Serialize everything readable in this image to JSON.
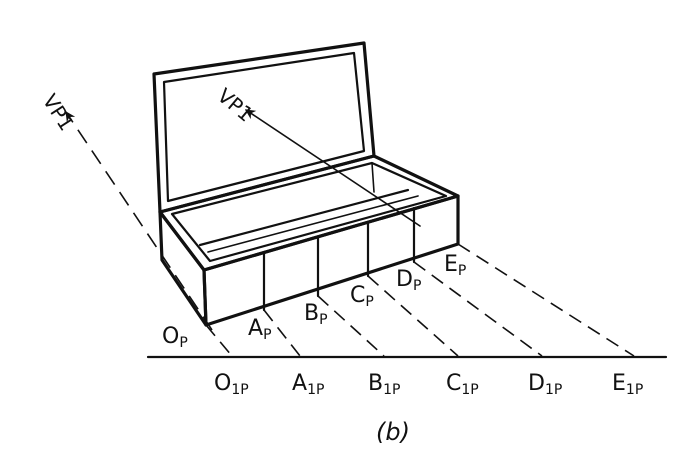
{
  "diagram": {
    "caption": "(b)",
    "vanishing_point_labels": [
      "VP1",
      "VP1"
    ],
    "upper_points": [
      {
        "base": "O",
        "sub": "P"
      },
      {
        "base": "A",
        "sub": "P"
      },
      {
        "base": "B",
        "sub": "P"
      },
      {
        "base": "C",
        "sub": "P"
      },
      {
        "base": "D",
        "sub": "P"
      },
      {
        "base": "E",
        "sub": "P"
      }
    ],
    "ground_points": [
      {
        "base": "O",
        "sub": "1P"
      },
      {
        "base": "A",
        "sub": "1P"
      },
      {
        "base": "B",
        "sub": "1P"
      },
      {
        "base": "C",
        "sub": "1P"
      },
      {
        "base": "D",
        "sub": "1P"
      },
      {
        "base": "E",
        "sub": "1P"
      }
    ]
  }
}
